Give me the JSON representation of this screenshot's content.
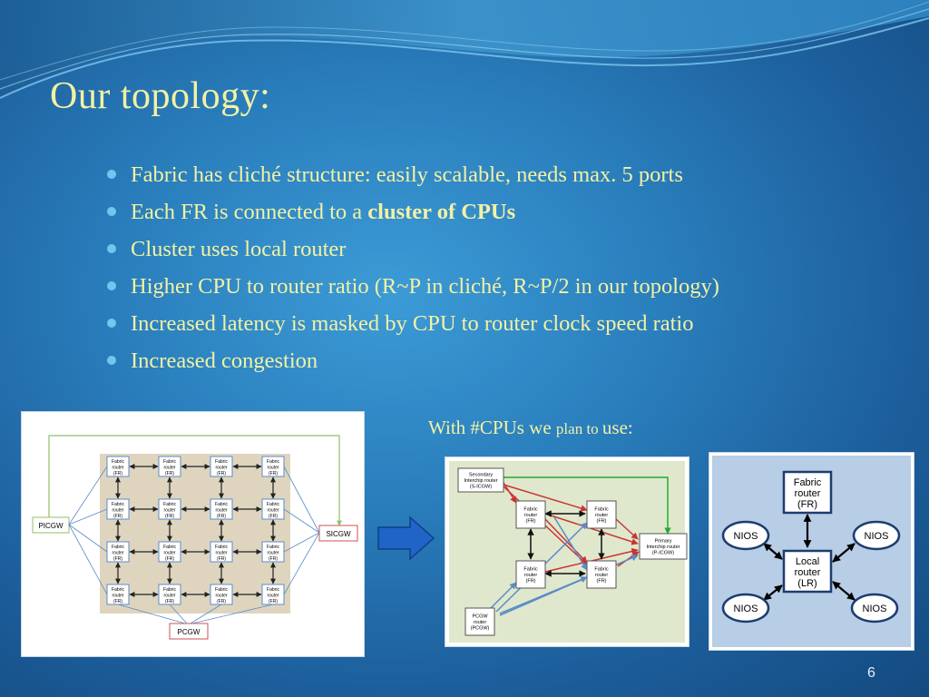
{
  "slide": {
    "title": "Our topology:",
    "page_number": "6"
  },
  "bullets": [
    {
      "text": "Fabric has cliché structure: easily scalable, needs max. 5 ports"
    },
    {
      "pre": "Each FR is connected to a ",
      "bold": "cluster  of CPUs"
    },
    {
      "text": "Cluster uses local router"
    },
    {
      "text": "Higher CPU to router ratio (R~P in cliché, R~P/2 in our topology)"
    },
    {
      "text": "Increased latency is masked by CPU to router clock speed ratio"
    },
    {
      "text": "Increased congestion"
    }
  ],
  "caption": {
    "part1": "With #CPUs we ",
    "part2": "plan to ",
    "part3": "use:"
  },
  "fabric_diagram": {
    "fr_label": [
      "Fabric",
      "router",
      "(FR)"
    ],
    "picgw": "PICGW",
    "sicgw": "SICGW",
    "pcgw": "PCGW"
  },
  "interchip_diagram": {
    "sicgw": [
      "Secondary",
      "Interchip router",
      "(S-ICGW)"
    ],
    "fr": [
      "Fabric",
      "router",
      "(FR)"
    ],
    "picgw": [
      "Primary",
      "Interchip router",
      "(P-ICGW)"
    ],
    "pcgw": [
      "PCGW",
      "router",
      "(PCGW)"
    ]
  },
  "cluster_diagram": {
    "fr": [
      "Fabric",
      "router",
      "(FR)"
    ],
    "lr": [
      "Local",
      "router",
      "(LR)"
    ],
    "nios": "NIOS"
  },
  "colors": {
    "title": "#f3f1a4",
    "bullet_dot": "#6fc7f0",
    "arrow_fill": "#1f64c6",
    "red_link": "#cc3333",
    "green_link": "#22aa33",
    "blue_link": "#5b8bc8"
  }
}
